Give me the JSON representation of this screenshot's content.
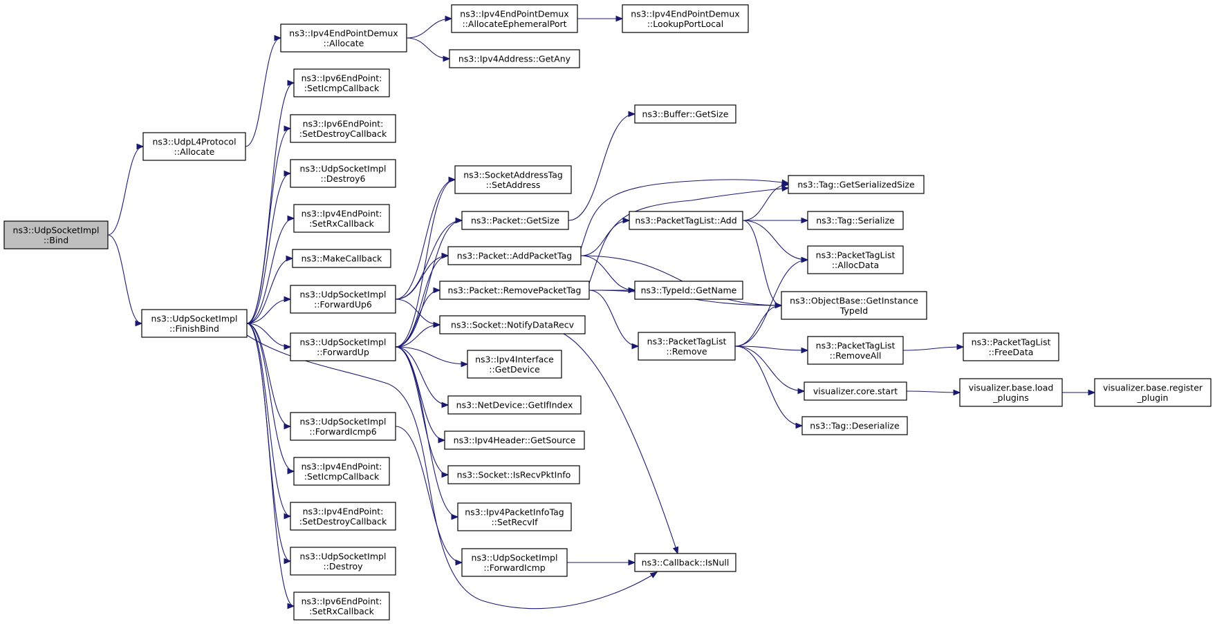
{
  "graph": {
    "edge_color": "#191970",
    "root_fill": "#bfbfbf",
    "nodes": [
      {
        "id": "bind",
        "lines": [
          "ns3::UdpSocketImpl",
          "::Bind"
        ],
        "root": true
      },
      {
        "id": "udpl4_allocate",
        "lines": [
          "ns3::UdpL4Protocol",
          "::Allocate"
        ]
      },
      {
        "id": "finishbind",
        "lines": [
          "ns3::UdpSocketImpl",
          "::FinishBind"
        ]
      },
      {
        "id": "ipv4epd_allocate",
        "lines": [
          "ns3::Ipv4EndPointDemux",
          "::Allocate"
        ]
      },
      {
        "id": "ipv4epd_alloceph",
        "lines": [
          "ns3::Ipv4EndPointDemux",
          "::AllocateEphemeralPort"
        ]
      },
      {
        "id": "ipv4epd_lookup",
        "lines": [
          "ns3::Ipv4EndPointDemux",
          "::LookupPortLocal"
        ]
      },
      {
        "id": "ipv4addr_getany",
        "lines": [
          "ns3::Ipv4Address::GetAny"
        ]
      },
      {
        "id": "ipv6ep_seticmp",
        "lines": [
          "ns3::Ipv6EndPoint:",
          ":SetIcmpCallback"
        ]
      },
      {
        "id": "ipv6ep_setdestroy",
        "lines": [
          "ns3::Ipv6EndPoint:",
          ":SetDestroyCallback"
        ]
      },
      {
        "id": "udp_destroy6",
        "lines": [
          "ns3::UdpSocketImpl",
          "::Destroy6"
        ]
      },
      {
        "id": "ipv4ep_setrx",
        "lines": [
          "ns3::Ipv4EndPoint:",
          ":SetRxCallback"
        ]
      },
      {
        "id": "makecallback",
        "lines": [
          "ns3::MakeCallback"
        ]
      },
      {
        "id": "forwardup6",
        "lines": [
          "ns3::UdpSocketImpl",
          "::ForwardUp6"
        ]
      },
      {
        "id": "forwardup",
        "lines": [
          "ns3::UdpSocketImpl",
          "::ForwardUp"
        ]
      },
      {
        "id": "forwardicmp6",
        "lines": [
          "ns3::UdpSocketImpl",
          "::ForwardIcmp6"
        ]
      },
      {
        "id": "ipv4ep_seticmp",
        "lines": [
          "ns3::Ipv4EndPoint:",
          ":SetIcmpCallback"
        ]
      },
      {
        "id": "ipv4ep_setdestroy",
        "lines": [
          "ns3::Ipv4EndPoint:",
          ":SetDestroyCallback"
        ]
      },
      {
        "id": "udp_destroy",
        "lines": [
          "ns3::UdpSocketImpl",
          "::Destroy"
        ]
      },
      {
        "id": "ipv6ep_setrx",
        "lines": [
          "ns3::Ipv6EndPoint:",
          ":SetRxCallback"
        ]
      },
      {
        "id": "sockaddrtag_set",
        "lines": [
          "ns3::SocketAddressTag",
          "::SetAddress"
        ]
      },
      {
        "id": "packet_getsize",
        "lines": [
          "ns3::Packet::GetSize"
        ]
      },
      {
        "id": "packet_addtag",
        "lines": [
          "ns3::Packet::AddPacketTag"
        ]
      },
      {
        "id": "packet_removetag",
        "lines": [
          "ns3::Packet::RemovePacketTag"
        ]
      },
      {
        "id": "socket_notify",
        "lines": [
          "ns3::Socket::NotifyDataRecv"
        ]
      },
      {
        "id": "ipv4if_getdevice",
        "lines": [
          "ns3::Ipv4Interface",
          "::GetDevice"
        ]
      },
      {
        "id": "netdev_getifindex",
        "lines": [
          "ns3::NetDevice::GetIfIndex"
        ]
      },
      {
        "id": "ipv4hdr_getsource",
        "lines": [
          "ns3::Ipv4Header::GetSource"
        ]
      },
      {
        "id": "socket_isrecvpktinfo",
        "lines": [
          "ns3::Socket::IsRecvPktInfo"
        ]
      },
      {
        "id": "ipv4pktinfo_setrecvif",
        "lines": [
          "ns3::Ipv4PacketInfoTag",
          "::SetRecvIf"
        ]
      },
      {
        "id": "udp_forwardicmp",
        "lines": [
          "ns3::UdpSocketImpl",
          "::ForwardIcmp"
        ]
      },
      {
        "id": "buffer_getsize",
        "lines": [
          "ns3::Buffer::GetSize"
        ]
      },
      {
        "id": "ptl_add",
        "lines": [
          "ns3::PacketTagList::Add"
        ]
      },
      {
        "id": "typeid_getname",
        "lines": [
          "ns3::TypeId::GetName"
        ]
      },
      {
        "id": "ptl_remove",
        "lines": [
          "ns3::PacketTagList",
          "::Remove"
        ]
      },
      {
        "id": "callback_isnull",
        "lines": [
          "ns3::Callback::IsNull"
        ]
      },
      {
        "id": "tag_getserialsize",
        "lines": [
          "ns3::Tag::GetSerializedSize"
        ]
      },
      {
        "id": "tag_serialize",
        "lines": [
          "ns3::Tag::Serialize"
        ]
      },
      {
        "id": "ptl_allocdata",
        "lines": [
          "ns3::PacketTagList",
          "::AllocData"
        ]
      },
      {
        "id": "objbase_getinst",
        "lines": [
          "ns3::ObjectBase::GetInstance",
          "TypeId"
        ]
      },
      {
        "id": "ptl_removeall",
        "lines": [
          "ns3::PacketTagList",
          "::RemoveAll"
        ]
      },
      {
        "id": "viz_core_start",
        "lines": [
          "visualizer.core.start"
        ]
      },
      {
        "id": "tag_deserialize",
        "lines": [
          "ns3::Tag::Deserialize"
        ]
      },
      {
        "id": "ptl_freedata",
        "lines": [
          "ns3::PacketTagList",
          "::FreeData"
        ]
      },
      {
        "id": "viz_base_load",
        "lines": [
          "visualizer.base.load",
          "_plugins"
        ]
      },
      {
        "id": "viz_base_register",
        "lines": [
          "visualizer.base.register",
          "_plugin"
        ]
      }
    ]
  }
}
